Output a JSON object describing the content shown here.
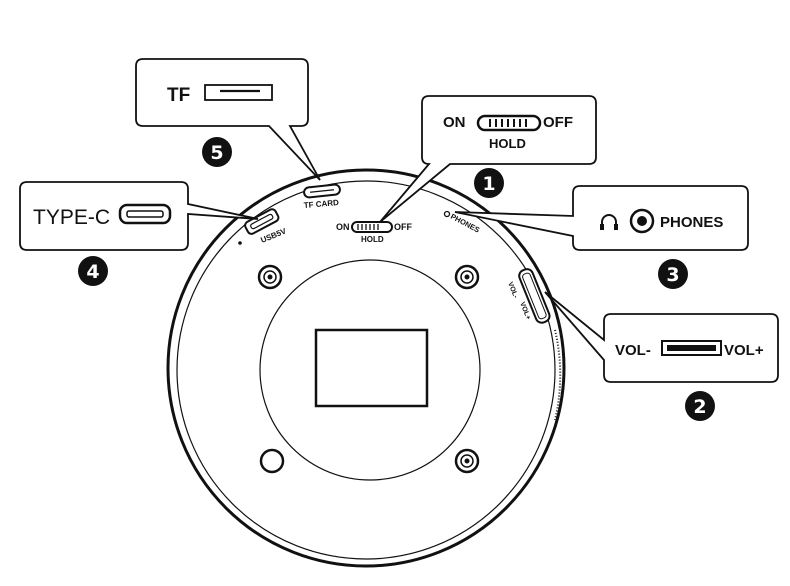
{
  "callouts": {
    "power": {
      "on": "ON",
      "off": "OFF",
      "hold": "HOLD",
      "number": "1"
    },
    "volume": {
      "minus": "VOL-",
      "plus": "VOL+",
      "number": "2"
    },
    "phones": {
      "label": "PHONES",
      "number": "3"
    },
    "typec": {
      "label": "TYPE-C",
      "number": "4"
    },
    "tf": {
      "label": "TF",
      "number": "5"
    }
  },
  "device": {
    "usb_label": "USB5V",
    "tf_label": "TF CARD",
    "switch_on": "ON",
    "switch_off": "OFF",
    "switch_hold": "HOLD",
    "phones_label": "PHONES",
    "vol_minus": "VOL-",
    "vol_plus": "VOL+"
  },
  "colors": {
    "line": "#111111",
    "background": "#ffffff"
  }
}
